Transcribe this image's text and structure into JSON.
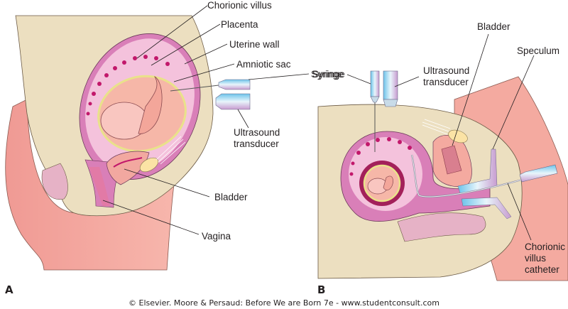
{
  "figure": {
    "panel_a": {
      "letter": "A",
      "labels": {
        "chorionic_villus": "Chorionic villus",
        "placenta": "Placenta",
        "uterine_wall": "Uterine wall",
        "amniotic_sac": "Amniotic sac",
        "syringe": "Syringe",
        "ultrasound_transducer_line1": "Ultrasound",
        "ultrasound_transducer_line2": "transducer",
        "bladder": "Bladder",
        "vagina": "Vagina"
      }
    },
    "panel_b": {
      "letter": "B",
      "labels": {
        "bladder": "Bladder",
        "speculum": "Speculum",
        "syringe": "Syringe",
        "ultrasound_transducer_line1": "Ultrasound",
        "ultrasound_transducer_line2": "transducer",
        "catheter_line1": "Chorionic",
        "catheter_line2": "villus",
        "catheter_line3": "catheter"
      }
    },
    "credit": "© Elsevier. Moore & Persaud: Before We are Born 7e - www.studentconsult.com"
  },
  "colors": {
    "skin": "#ecdfc0",
    "flesh": "#f2a8a0",
    "uterus": "#d97fb8",
    "placenta": "#f4c2dc",
    "villus": "#c2186b",
    "fetus": "#f6b7a8",
    "instrument": "#a8d8ef",
    "bladder_fat": "#fbe3a5"
  }
}
